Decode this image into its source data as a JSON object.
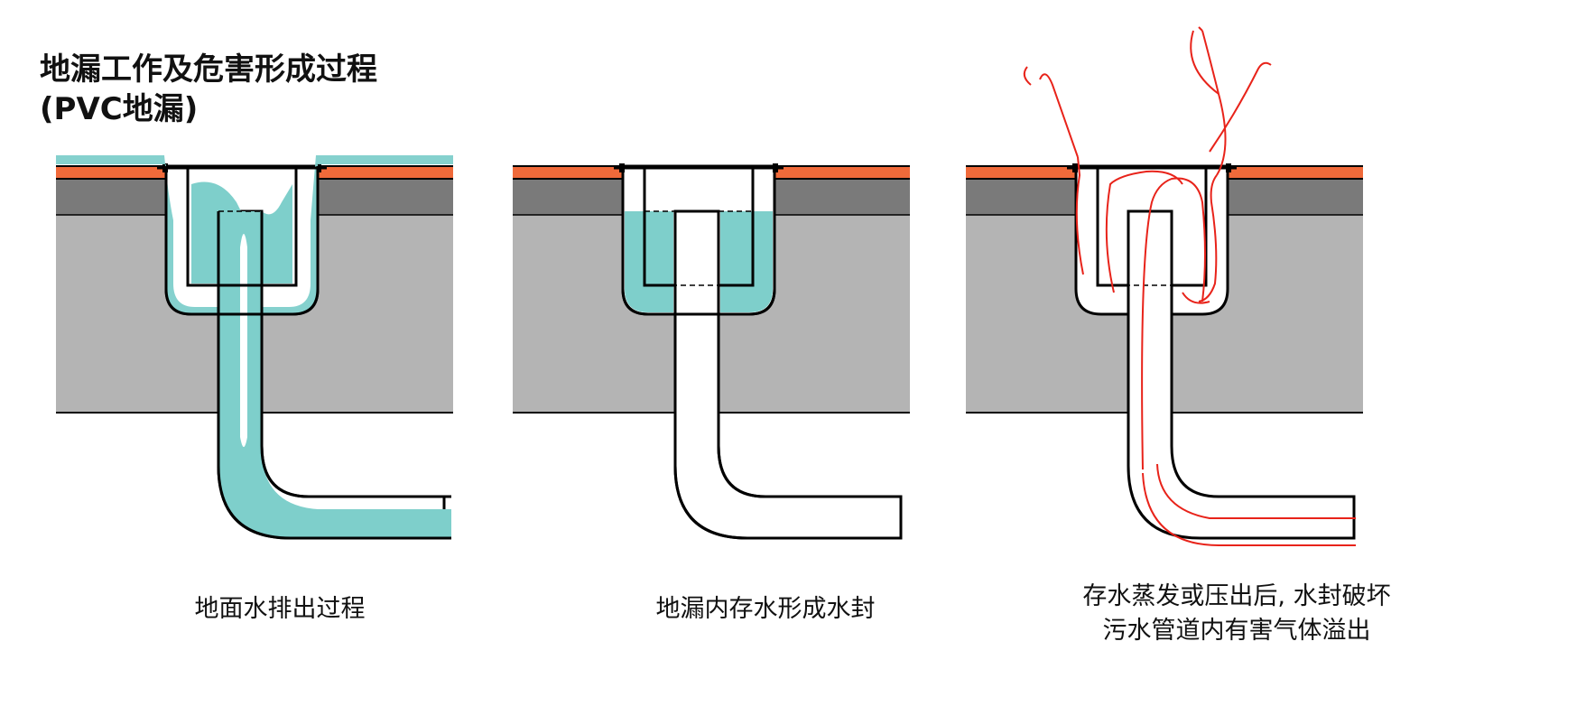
{
  "title": {
    "line1": "地漏工作及危害形成过程",
    "line2": "(PVC地漏)"
  },
  "panels": [
    {
      "caption": [
        "地面水排出过程"
      ]
    },
    {
      "caption": [
        "地漏内存水形成水封"
      ]
    },
    {
      "caption": [
        "存水蒸发或压出后, 水封破坏",
        "污水管道内有害气体溢出"
      ]
    }
  ],
  "colors": {
    "tile": "#f06a3a",
    "screed": "#7a7a7a",
    "slab": "#b4b4b4",
    "water": "#7ecfcb",
    "gas": "#e8231a",
    "outline": "#000000"
  }
}
